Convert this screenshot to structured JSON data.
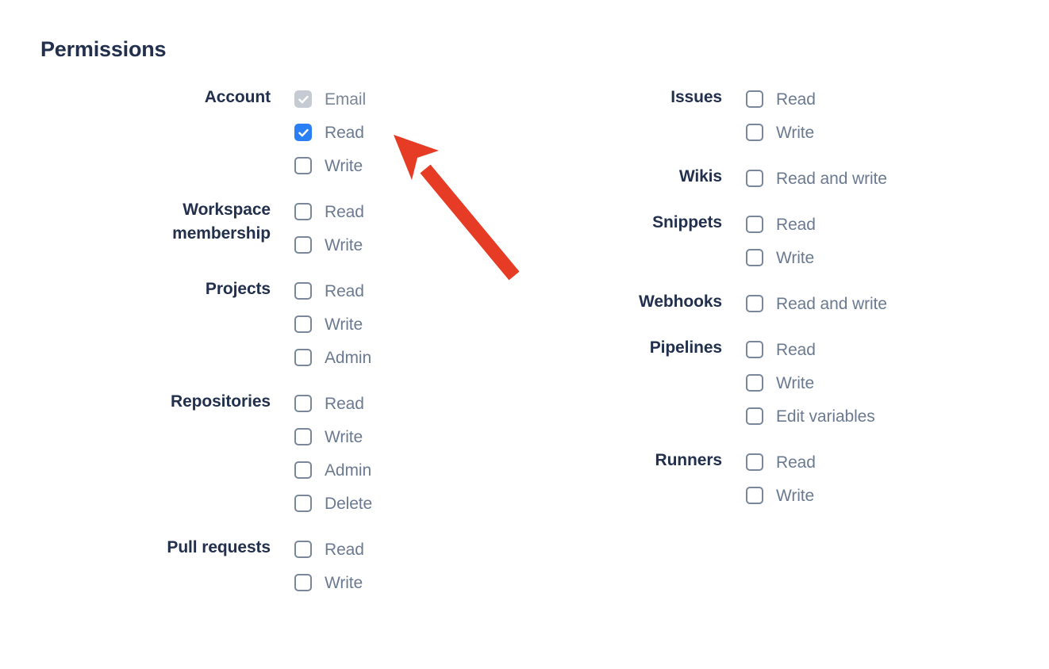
{
  "page": {
    "title": "Permissions",
    "accent_checked_color": "#2b7ff5",
    "disabled_checkbox_color": "#c6cbd3",
    "label_color": "#22304d",
    "option_text_color": "#6b7a90",
    "annotation_arrow_color": "#e63c26"
  },
  "columns": {
    "left": [
      {
        "label": "Account",
        "options": [
          {
            "text": "Email",
            "state": "disabled-checked"
          },
          {
            "text": "Read",
            "state": "checked"
          },
          {
            "text": "Write",
            "state": "unchecked"
          }
        ]
      },
      {
        "label": "Workspace\nmembership",
        "options": [
          {
            "text": "Read",
            "state": "unchecked"
          },
          {
            "text": "Write",
            "state": "unchecked"
          }
        ]
      },
      {
        "label": "Projects",
        "options": [
          {
            "text": "Read",
            "state": "unchecked"
          },
          {
            "text": "Write",
            "state": "unchecked"
          },
          {
            "text": "Admin",
            "state": "unchecked"
          }
        ]
      },
      {
        "label": "Repositories",
        "options": [
          {
            "text": "Read",
            "state": "unchecked"
          },
          {
            "text": "Write",
            "state": "unchecked"
          },
          {
            "text": "Admin",
            "state": "unchecked"
          },
          {
            "text": "Delete",
            "state": "unchecked"
          }
        ]
      },
      {
        "label": "Pull requests",
        "options": [
          {
            "text": "Read",
            "state": "unchecked"
          },
          {
            "text": "Write",
            "state": "unchecked"
          }
        ]
      }
    ],
    "right": [
      {
        "label": "Issues",
        "options": [
          {
            "text": "Read",
            "state": "unchecked"
          },
          {
            "text": "Write",
            "state": "unchecked"
          }
        ]
      },
      {
        "label": "Wikis",
        "options": [
          {
            "text": "Read and write",
            "state": "unchecked"
          }
        ]
      },
      {
        "label": "Snippets",
        "options": [
          {
            "text": "Read",
            "state": "unchecked"
          },
          {
            "text": "Write",
            "state": "unchecked"
          }
        ]
      },
      {
        "label": "Webhooks",
        "options": [
          {
            "text": "Read and write",
            "state": "unchecked"
          }
        ]
      },
      {
        "label": "Pipelines",
        "options": [
          {
            "text": "Read",
            "state": "unchecked"
          },
          {
            "text": "Write",
            "state": "unchecked"
          },
          {
            "text": "Edit variables",
            "state": "unchecked"
          }
        ]
      },
      {
        "label": "Runners",
        "options": [
          {
            "text": "Read",
            "state": "unchecked"
          },
          {
            "text": "Write",
            "state": "unchecked"
          }
        ]
      }
    ]
  }
}
